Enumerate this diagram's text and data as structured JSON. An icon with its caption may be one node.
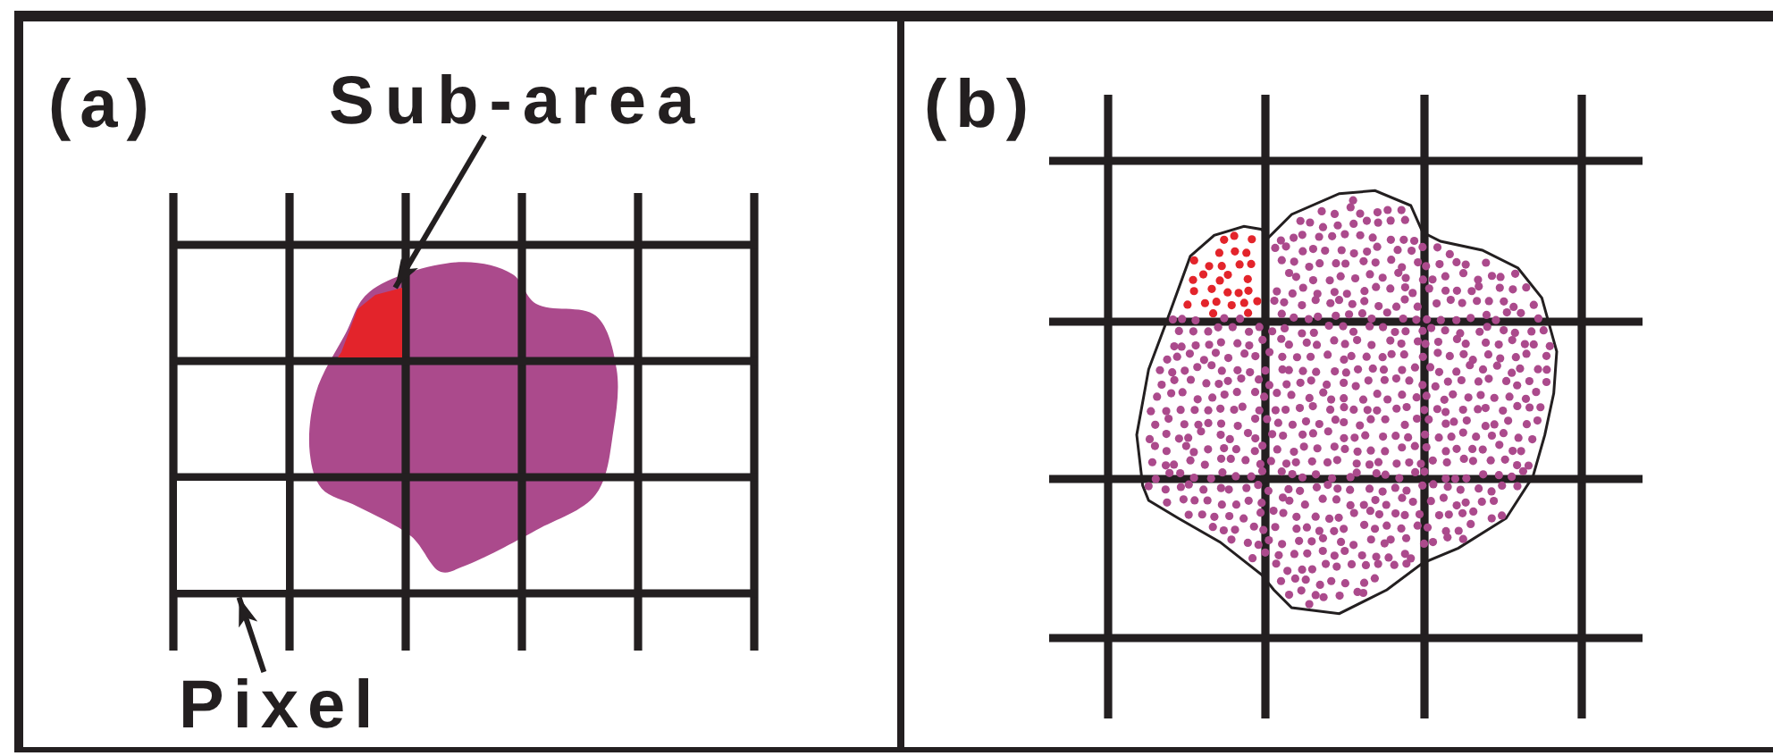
{
  "diagram": {
    "nodes": [
      {
        "text": [
          "(a)"
        ]
      },
      {
        "text": [
          "Sub-area"
        ],
        "in": 0
      },
      {
        "text": [],
        "shape": "picture",
        "in": 0
      },
      {
        "text": [
          "Pixel"
        ],
        "in": 0
      },
      {
        "text": [],
        "shape": "box",
        "in": 0
      },
      {
        "text": [
          "(b)"
        ]
      }
    ],
    "edges": [
      {
        "from": 1,
        "to": 2,
        "arrow": "to"
      },
      {
        "from": 3,
        "to": 4,
        "arrow": "to"
      }
    ]
  }
}
